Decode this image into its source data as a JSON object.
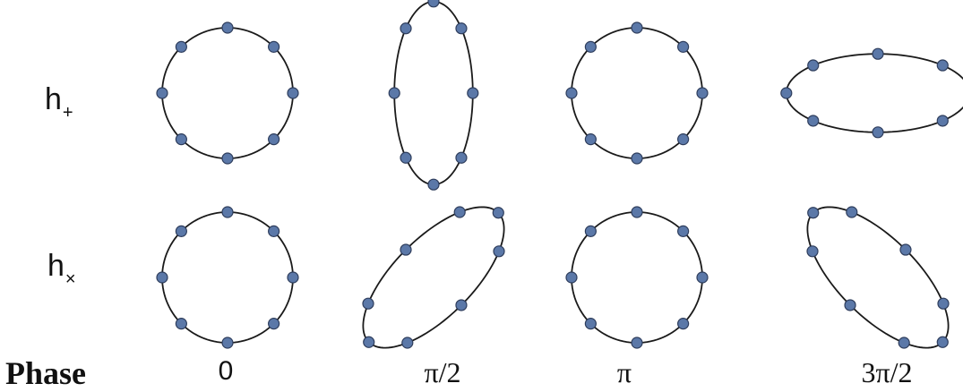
{
  "rows": [
    {
      "label_main": "h",
      "label_sub": "+"
    },
    {
      "label_main": "h",
      "label_sub": "×"
    }
  ],
  "phase": {
    "label": "Phase",
    "values": [
      "0",
      "π/2",
      "π",
      "3π/2"
    ]
  },
  "colors": {
    "ring_stroke": "#1a1a1a",
    "particle_fill": "#5b78a8",
    "particle_stroke": "#2e3d5c",
    "text": "#111111"
  }
}
